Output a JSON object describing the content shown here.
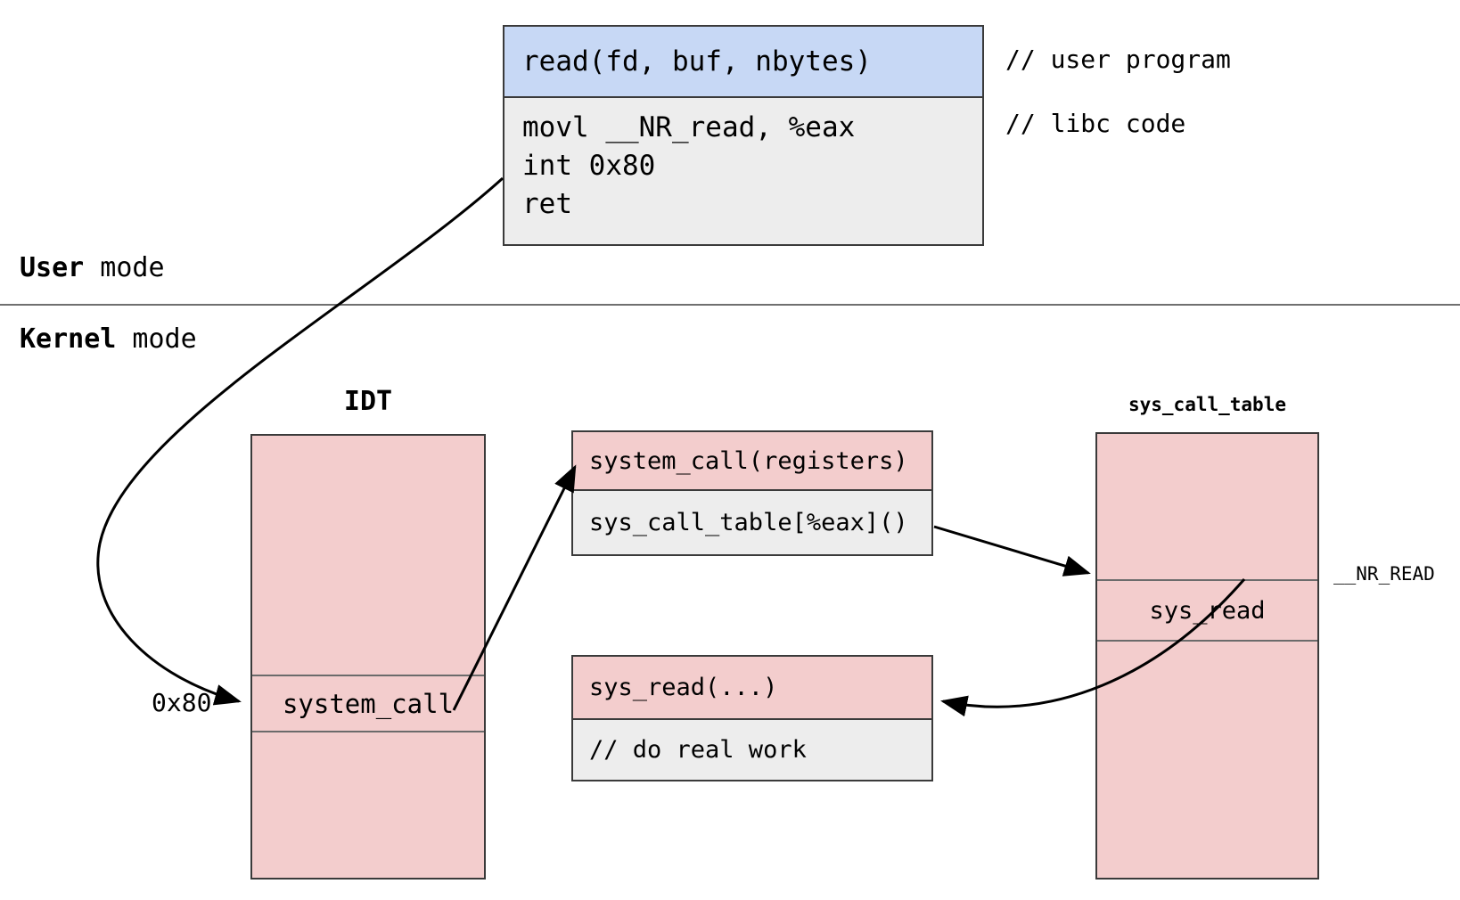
{
  "diagram": {
    "title": "Linux system call path",
    "colors": {
      "user_program_fill": "#c7d8f5",
      "code_fill": "#ededed",
      "kernel_fill": "#f3cdcd",
      "border": "#3a3a3a",
      "divider": "#707070"
    },
    "user_stack": {
      "call_line": "read(fd, buf, nbytes)",
      "libc_lines": "movl __NR_read, %eax\nint 0x80\nret"
    },
    "comments": {
      "user_program": "// user program",
      "libc": "// libc code"
    },
    "modes": {
      "user_bold": "User",
      "user_rest": " mode",
      "kernel_bold": "Kernel",
      "kernel_rest": " mode"
    },
    "idt": {
      "caption": "IDT",
      "rows": [
        "",
        "system_call",
        ""
      ]
    },
    "syscall_handler": {
      "rows": [
        "system_call(registers)",
        "sys_call_table[%eax]()"
      ]
    },
    "sys_read_impl": {
      "rows": [
        "sys_read(...)",
        "// do real work"
      ]
    },
    "sys_call_table": {
      "caption": "sys_call_table",
      "rows": [
        "",
        "sys_read",
        ""
      ]
    },
    "edge_labels": {
      "vector": "0x80",
      "index": "__NR_READ"
    }
  }
}
